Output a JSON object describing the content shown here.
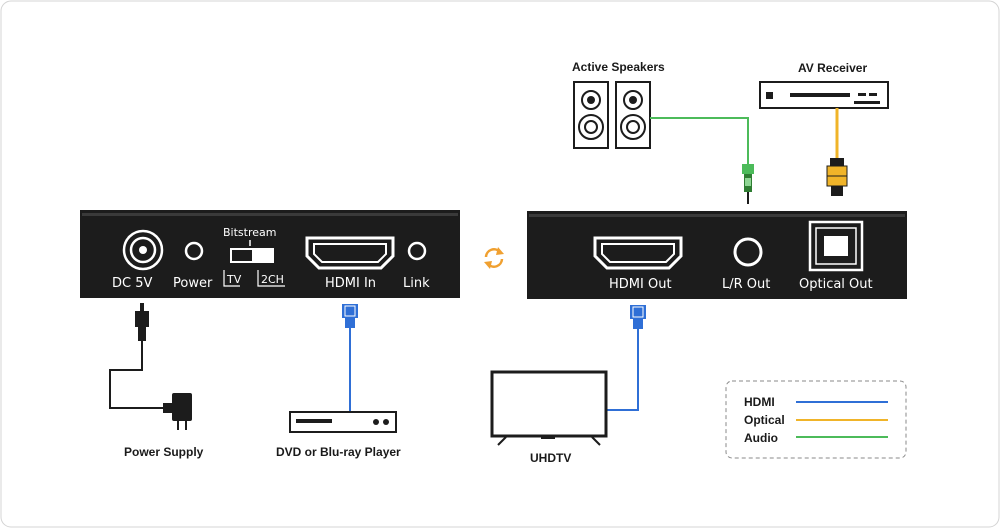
{
  "colors": {
    "hdmi": "#2f6fd6",
    "optical": "#f0b429",
    "audio": "#4cbb5a",
    "device": "#1c1c1c",
    "frame": "#d0d0d0"
  },
  "left_device": {
    "ports": {
      "dc": "DC 5V",
      "power": "Power",
      "bitstream": "Bitstream",
      "tv": "TV",
      "twoch": "2CH",
      "hdmi_in": "HDMI In",
      "link": "Link"
    }
  },
  "right_device": {
    "ports": {
      "hdmi_out": "HDMI Out",
      "lr_out": "L/R Out",
      "optical_out": "Optical Out"
    }
  },
  "devices": {
    "active_speakers": "Active Speakers",
    "av_receiver": "AV Receiver",
    "power_supply": "Power Supply",
    "player": "DVD or Blu-ray Player",
    "tv": "UHDTV"
  },
  "legend": [
    {
      "label": "HDMI",
      "color": "#2f6fd6"
    },
    {
      "label": "Optical",
      "color": "#f0b429"
    },
    {
      "label": "Audio",
      "color": "#4cbb5a"
    }
  ],
  "icons": {
    "sync": "sync-arrows-icon",
    "gear": "none"
  }
}
